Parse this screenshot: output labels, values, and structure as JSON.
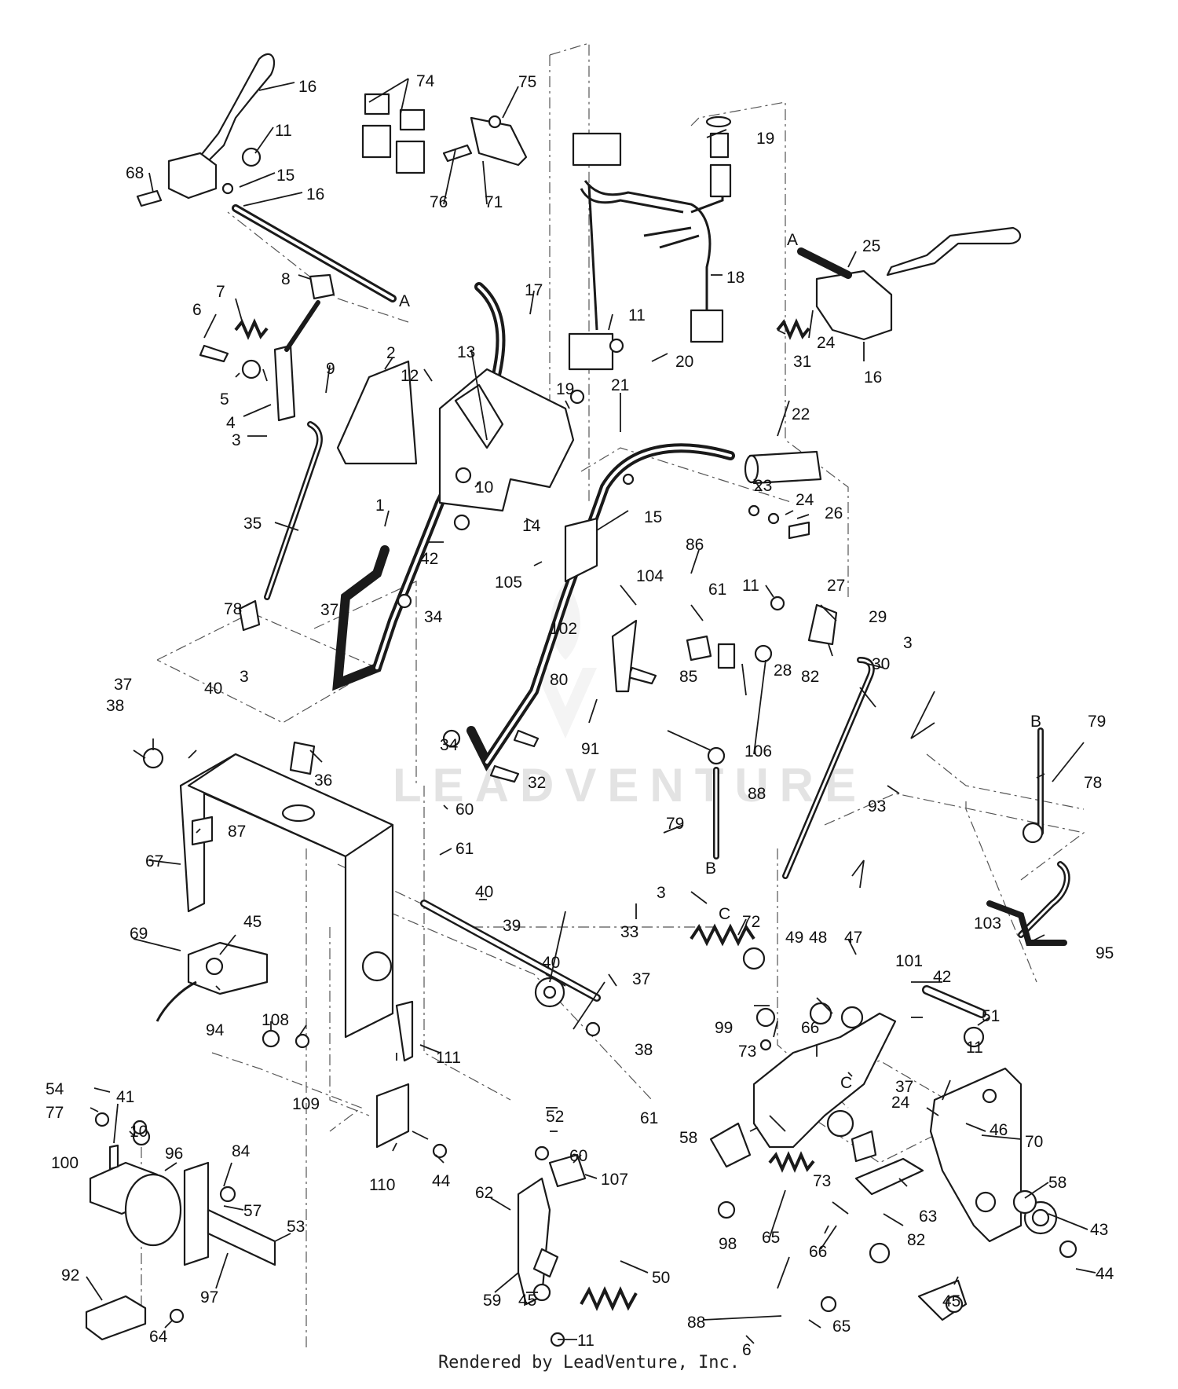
{
  "diagram": {
    "watermark": "LEADVENTURE",
    "footer": "Rendered by LeadVenture, Inc.",
    "callouts": [
      {
        "id": "c16a",
        "label": "16"
      },
      {
        "id": "c11a",
        "label": "11"
      },
      {
        "id": "c68",
        "label": "68"
      },
      {
        "id": "c15a",
        "label": "15"
      },
      {
        "id": "c16b",
        "label": "16"
      },
      {
        "id": "cA1",
        "label": "A"
      },
      {
        "id": "c74",
        "label": "74"
      },
      {
        "id": "c75",
        "label": "75"
      },
      {
        "id": "c76",
        "label": "76"
      },
      {
        "id": "c71",
        "label": "71"
      },
      {
        "id": "c19a",
        "label": "19"
      },
      {
        "id": "c18",
        "label": "18"
      },
      {
        "id": "cA2",
        "label": "A"
      },
      {
        "id": "c25",
        "label": "25"
      },
      {
        "id": "c31",
        "label": "31"
      },
      {
        "id": "c24a",
        "label": "24"
      },
      {
        "id": "c16c",
        "label": "16"
      },
      {
        "id": "c8",
        "label": "8"
      },
      {
        "id": "c7",
        "label": "7"
      },
      {
        "id": "c6a",
        "label": "6"
      },
      {
        "id": "c5",
        "label": "5"
      },
      {
        "id": "c4",
        "label": "4"
      },
      {
        "id": "c3a",
        "label": "3"
      },
      {
        "id": "c9",
        "label": "9"
      },
      {
        "id": "c2",
        "label": "2"
      },
      {
        "id": "c12",
        "label": "12"
      },
      {
        "id": "c13",
        "label": "13"
      },
      {
        "id": "c17",
        "label": "17"
      },
      {
        "id": "c11b",
        "label": "11"
      },
      {
        "id": "c20",
        "label": "20"
      },
      {
        "id": "c19b",
        "label": "19"
      },
      {
        "id": "c21",
        "label": "21"
      },
      {
        "id": "c22",
        "label": "22"
      },
      {
        "id": "c23",
        "label": "23"
      },
      {
        "id": "c24b",
        "label": "24"
      },
      {
        "id": "c26",
        "label": "26"
      },
      {
        "id": "c10a",
        "label": "10"
      },
      {
        "id": "c14",
        "label": "14"
      },
      {
        "id": "c15b",
        "label": "15"
      },
      {
        "id": "c1",
        "label": "1"
      },
      {
        "id": "c35",
        "label": "35"
      },
      {
        "id": "c42a",
        "label": "42"
      },
      {
        "id": "c105",
        "label": "105"
      },
      {
        "id": "c104",
        "label": "104"
      },
      {
        "id": "c86",
        "label": "86"
      },
      {
        "id": "c61a",
        "label": "61"
      },
      {
        "id": "c11c",
        "label": "11"
      },
      {
        "id": "c27",
        "label": "27"
      },
      {
        "id": "c29",
        "label": "29"
      },
      {
        "id": "c28",
        "label": "28"
      },
      {
        "id": "c3b",
        "label": "3"
      },
      {
        "id": "c78a",
        "label": "78"
      },
      {
        "id": "c37a",
        "label": "37"
      },
      {
        "id": "c34a",
        "label": "34"
      },
      {
        "id": "c102",
        "label": "102"
      },
      {
        "id": "c80",
        "label": "80"
      },
      {
        "id": "c85",
        "label": "85"
      },
      {
        "id": "c82a",
        "label": "82"
      },
      {
        "id": "c30",
        "label": "30"
      },
      {
        "id": "c106",
        "label": "106"
      },
      {
        "id": "c91",
        "label": "91"
      },
      {
        "id": "c34b",
        "label": "34"
      },
      {
        "id": "c32",
        "label": "32"
      },
      {
        "id": "c88a",
        "label": "88"
      },
      {
        "id": "cB1",
        "label": "B"
      },
      {
        "id": "c79a",
        "label": "79"
      },
      {
        "id": "c78b",
        "label": "78"
      },
      {
        "id": "c93",
        "label": "93"
      },
      {
        "id": "c3c",
        "label": "3"
      },
      {
        "id": "c37b",
        "label": "37"
      },
      {
        "id": "c40a",
        "label": "40"
      },
      {
        "id": "c38a",
        "label": "38"
      },
      {
        "id": "c36",
        "label": "36"
      },
      {
        "id": "c87",
        "label": "87"
      },
      {
        "id": "c67",
        "label": "67"
      },
      {
        "id": "c60a",
        "label": "60"
      },
      {
        "id": "c79b",
        "label": "79"
      },
      {
        "id": "cB2",
        "label": "B"
      },
      {
        "id": "c61b",
        "label": "61"
      },
      {
        "id": "c40b",
        "label": "40"
      },
      {
        "id": "c39",
        "label": "39"
      },
      {
        "id": "c3d",
        "label": "3"
      },
      {
        "id": "cC1",
        "label": "C"
      },
      {
        "id": "c72",
        "label": "72"
      },
      {
        "id": "c33",
        "label": "33"
      },
      {
        "id": "c49",
        "label": "49"
      },
      {
        "id": "c48",
        "label": "48"
      },
      {
        "id": "c47",
        "label": "47"
      },
      {
        "id": "c101",
        "label": "101"
      },
      {
        "id": "c103",
        "label": "103"
      },
      {
        "id": "c95",
        "label": "95"
      },
      {
        "id": "c45a",
        "label": "45"
      },
      {
        "id": "c69",
        "label": "69"
      },
      {
        "id": "c94",
        "label": "94"
      },
      {
        "id": "c40c",
        "label": "40"
      },
      {
        "id": "c37c",
        "label": "37"
      },
      {
        "id": "c38b",
        "label": "38"
      },
      {
        "id": "c42b",
        "label": "42"
      },
      {
        "id": "c51",
        "label": "51"
      },
      {
        "id": "c11d",
        "label": "11"
      },
      {
        "id": "c99",
        "label": "99"
      },
      {
        "id": "c66a",
        "label": "66"
      },
      {
        "id": "c73a",
        "label": "73"
      },
      {
        "id": "c24c",
        "label": "24"
      },
      {
        "id": "cC2",
        "label": "C"
      },
      {
        "id": "c108",
        "label": "108"
      },
      {
        "id": "c109",
        "label": "109"
      },
      {
        "id": "c111",
        "label": "111"
      },
      {
        "id": "c52",
        "label": "52"
      },
      {
        "id": "c54",
        "label": "54"
      },
      {
        "id": "c77",
        "label": "77"
      },
      {
        "id": "c41",
        "label": "41"
      },
      {
        "id": "c10b",
        "label": "10"
      },
      {
        "id": "c100",
        "label": "100"
      },
      {
        "id": "c96",
        "label": "96"
      },
      {
        "id": "c84",
        "label": "84"
      },
      {
        "id": "c57",
        "label": "57"
      },
      {
        "id": "c53",
        "label": "53"
      },
      {
        "id": "c92",
        "label": "92"
      },
      {
        "id": "c97",
        "label": "97"
      },
      {
        "id": "c64",
        "label": "64"
      },
      {
        "id": "c110",
        "label": "110"
      },
      {
        "id": "c44a",
        "label": "44"
      },
      {
        "id": "c60b",
        "label": "60"
      },
      {
        "id": "c107",
        "label": "107"
      },
      {
        "id": "c62",
        "label": "62"
      },
      {
        "id": "c59",
        "label": "59"
      },
      {
        "id": "c45b",
        "label": "45"
      },
      {
        "id": "c11e",
        "label": "11"
      },
      {
        "id": "c50",
        "label": "50"
      },
      {
        "id": "c61c",
        "label": "61"
      },
      {
        "id": "c58a",
        "label": "58"
      },
      {
        "id": "c73b",
        "label": "73"
      },
      {
        "id": "c37d",
        "label": "37"
      },
      {
        "id": "c46",
        "label": "46"
      },
      {
        "id": "c70",
        "label": "70"
      },
      {
        "id": "c98",
        "label": "98"
      },
      {
        "id": "c65a",
        "label": "65"
      },
      {
        "id": "c66b",
        "label": "66"
      },
      {
        "id": "c82b",
        "label": "82"
      },
      {
        "id": "c63",
        "label": "63"
      },
      {
        "id": "c88b",
        "label": "88"
      },
      {
        "id": "c6b",
        "label": "6"
      },
      {
        "id": "c65b",
        "label": "65"
      },
      {
        "id": "c45c",
        "label": "45"
      },
      {
        "id": "c58b",
        "label": "58"
      },
      {
        "id": "c43",
        "label": "43"
      },
      {
        "id": "c44b",
        "label": "44"
      }
    ]
  }
}
